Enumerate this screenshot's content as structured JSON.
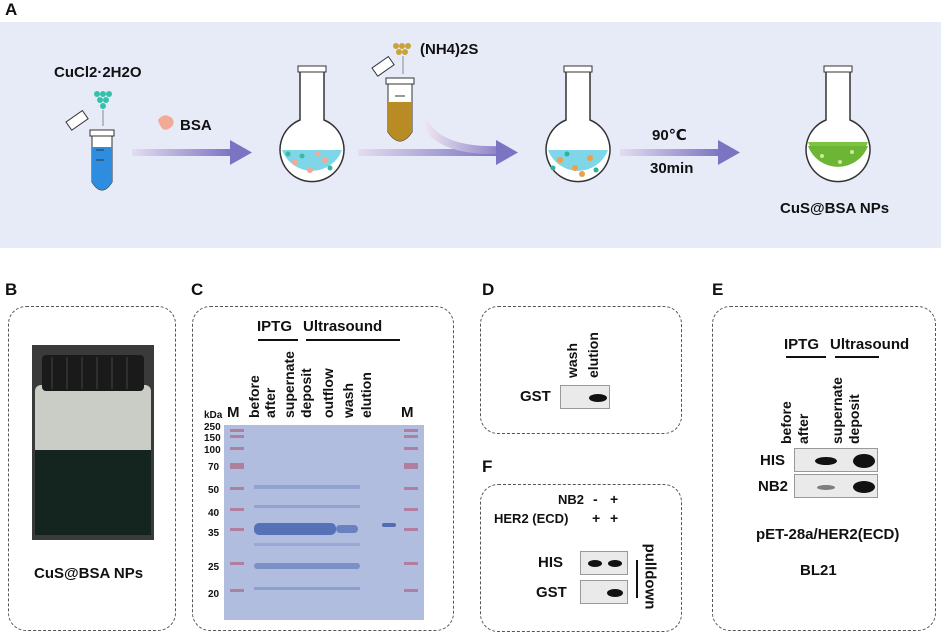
{
  "panels": {
    "a": {
      "label": "A",
      "reagent_cucl2": "CuCl2·2H2O",
      "reagent_bsa": "BSA",
      "reagent_nh4s": "(NH4)2S",
      "temp": "90℃",
      "time": "30min",
      "product": "CuS@BSA NPs"
    },
    "b": {
      "label": "B",
      "caption": "CuS@BSA NPs"
    },
    "c": {
      "label": "C",
      "group1": "IPTG",
      "group2": "Ultrasound",
      "kda": "kDa",
      "marker_left": "M",
      "marker_right": "M",
      "lanes": [
        "before",
        "after",
        "supernate",
        "deposit",
        "outflow",
        "wash",
        "elution"
      ],
      "mw": [
        "250",
        "150",
        "100",
        "70",
        "50",
        "40",
        "35",
        "25",
        "20"
      ]
    },
    "d": {
      "label": "D",
      "lanes": [
        "wash",
        "elution"
      ],
      "row": "GST"
    },
    "e": {
      "label": "E",
      "group1": "IPTG",
      "group2": "Ultrasound",
      "lanes": [
        "before",
        "after",
        "supernate",
        "deposit"
      ],
      "rows": [
        "HIS",
        "NB2"
      ],
      "plasmid": "pET-28a/HER2(ECD)",
      "strain": "BL21"
    },
    "f": {
      "label": "F",
      "row_nb2": "NB2",
      "row_her2": "HER2 (ECD)",
      "nb2_signs": [
        "-",
        "+"
      ],
      "her2_signs": [
        "+",
        "+"
      ],
      "rows": [
        "HIS",
        "GST"
      ],
      "side": "pulldown"
    }
  },
  "colors": {
    "schematic_bg": "#e6ebf7",
    "arrow": "#8a7fc4",
    "gel_bg": "#a9b7db",
    "band": "#3a58a8"
  }
}
